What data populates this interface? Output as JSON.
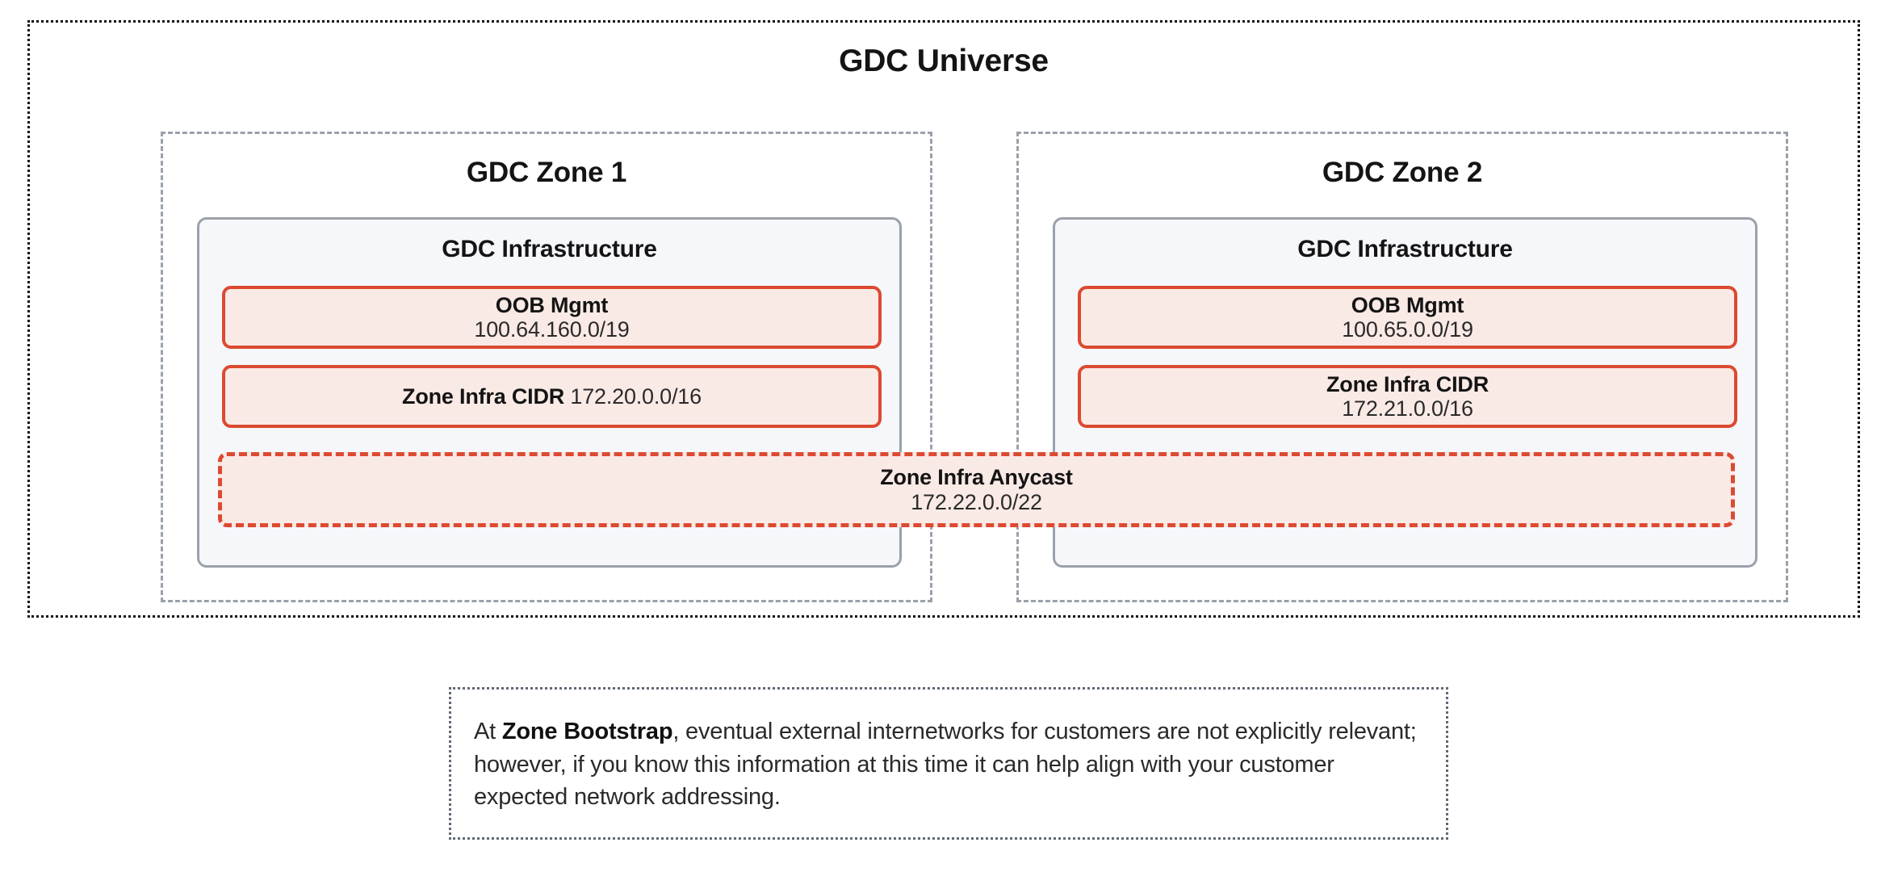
{
  "diagram": {
    "universe": {
      "title": "GDC Universe"
    },
    "zones": [
      {
        "title": "GDC Zone 1",
        "infrastructure": {
          "title": "GDC Infrastructure",
          "boxes": [
            {
              "name": "oob-mgmt",
              "layout": "stacked",
              "label": "OOB Mgmt",
              "value": "100.64.160.0/19"
            },
            {
              "name": "zone-infra-cidr",
              "layout": "inline",
              "label": "Zone Infra CIDR",
              "value": "172.20.0.0/16"
            }
          ]
        }
      },
      {
        "title": "GDC Zone 2",
        "infrastructure": {
          "title": "GDC Infrastructure",
          "boxes": [
            {
              "name": "oob-mgmt",
              "layout": "stacked",
              "label": "OOB Mgmt",
              "value": "100.65.0.0/19"
            },
            {
              "name": "zone-infra-cidr",
              "layout": "stacked",
              "label": "Zone Infra CIDR",
              "value": "172.21.0.0/16"
            }
          ]
        }
      }
    ],
    "anycast": {
      "label": "Zone Infra Anycast",
      "value": "172.22.0.0/22"
    },
    "note": {
      "lead": "At ",
      "bold": "Zone Bootstrap",
      "rest": ", eventual external internetworks for customers are not explicitly relevant; however, if you know this information at this time it can help align with your customer expected network addressing."
    }
  },
  "colors": {
    "universe_border": "#111111",
    "zone_border": "#9aa1ab",
    "infra_border": "#9aa1ab",
    "infra_fill": "#f5f7fa",
    "net_border": "#dc4a31",
    "net_fill": "#faeae6",
    "note_border": "#616875",
    "text": "#141414"
  }
}
